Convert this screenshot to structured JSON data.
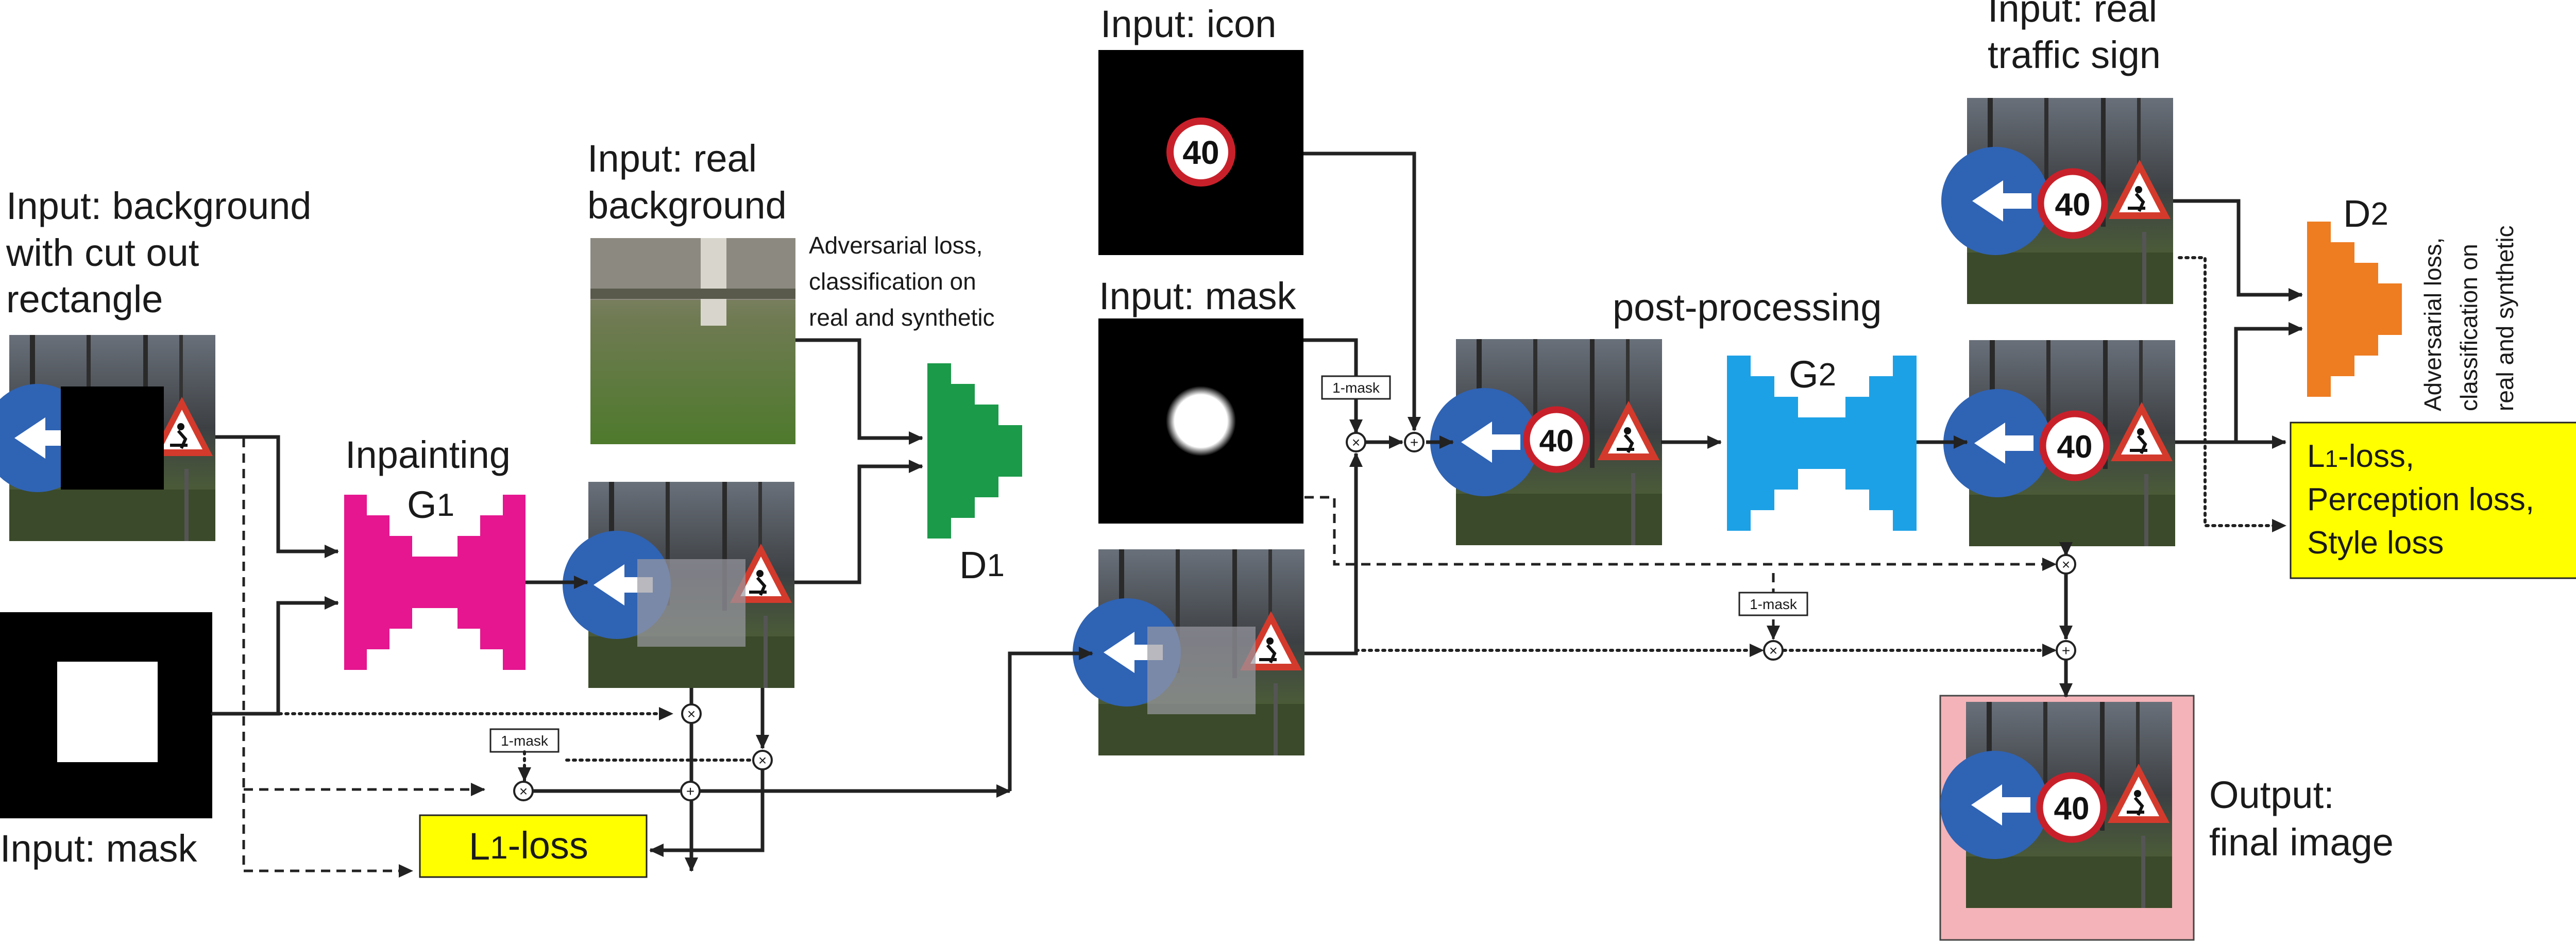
{
  "inputs": {
    "background_lines": [
      "Input: background",
      "with cut out",
      "rectangle"
    ],
    "mask_left": "Input: mask",
    "real_background_lines": [
      "Input: real",
      "background"
    ],
    "icon": "Input: icon",
    "mask_mid": "Input: mask",
    "real_sign_lines": [
      "Input: real",
      "traffic sign"
    ]
  },
  "stage1": {
    "title": "Inpainting",
    "generator": "G",
    "generator_sub": "1",
    "discriminator": "D",
    "discriminator_sub": "1",
    "adv_loss_lines": [
      "Adversarial loss,",
      "classification on",
      "real and synthetic"
    ],
    "loss_prefix": "L",
    "loss_sub": "1",
    "loss_suffix": "-loss"
  },
  "stage2": {
    "title": "post-processing",
    "generator": "G",
    "generator_sub": "2",
    "discriminator": "D",
    "discriminator_sub": "2",
    "adv_loss_lines": [
      "Adversarial loss,",
      "classification on",
      "real and synthetic"
    ],
    "loss_line1_prefix": "L",
    "loss_line1_sub": "1",
    "loss_line1_suffix": "-loss,",
    "loss_line2": "Perception loss,",
    "loss_line3": "Style loss"
  },
  "ops": {
    "one_minus_mask": "1-mask",
    "multiply": "×",
    "add": "+"
  },
  "sign_text": "40",
  "output_lines": [
    "Output:",
    "final image"
  ],
  "colors": {
    "g1": "#e5168f",
    "d1": "#1b9a49",
    "g2": "#1da1e6",
    "d2": "#ee7c21",
    "loss_box": "#ffff00",
    "output_bg": "#f4b3b8"
  }
}
